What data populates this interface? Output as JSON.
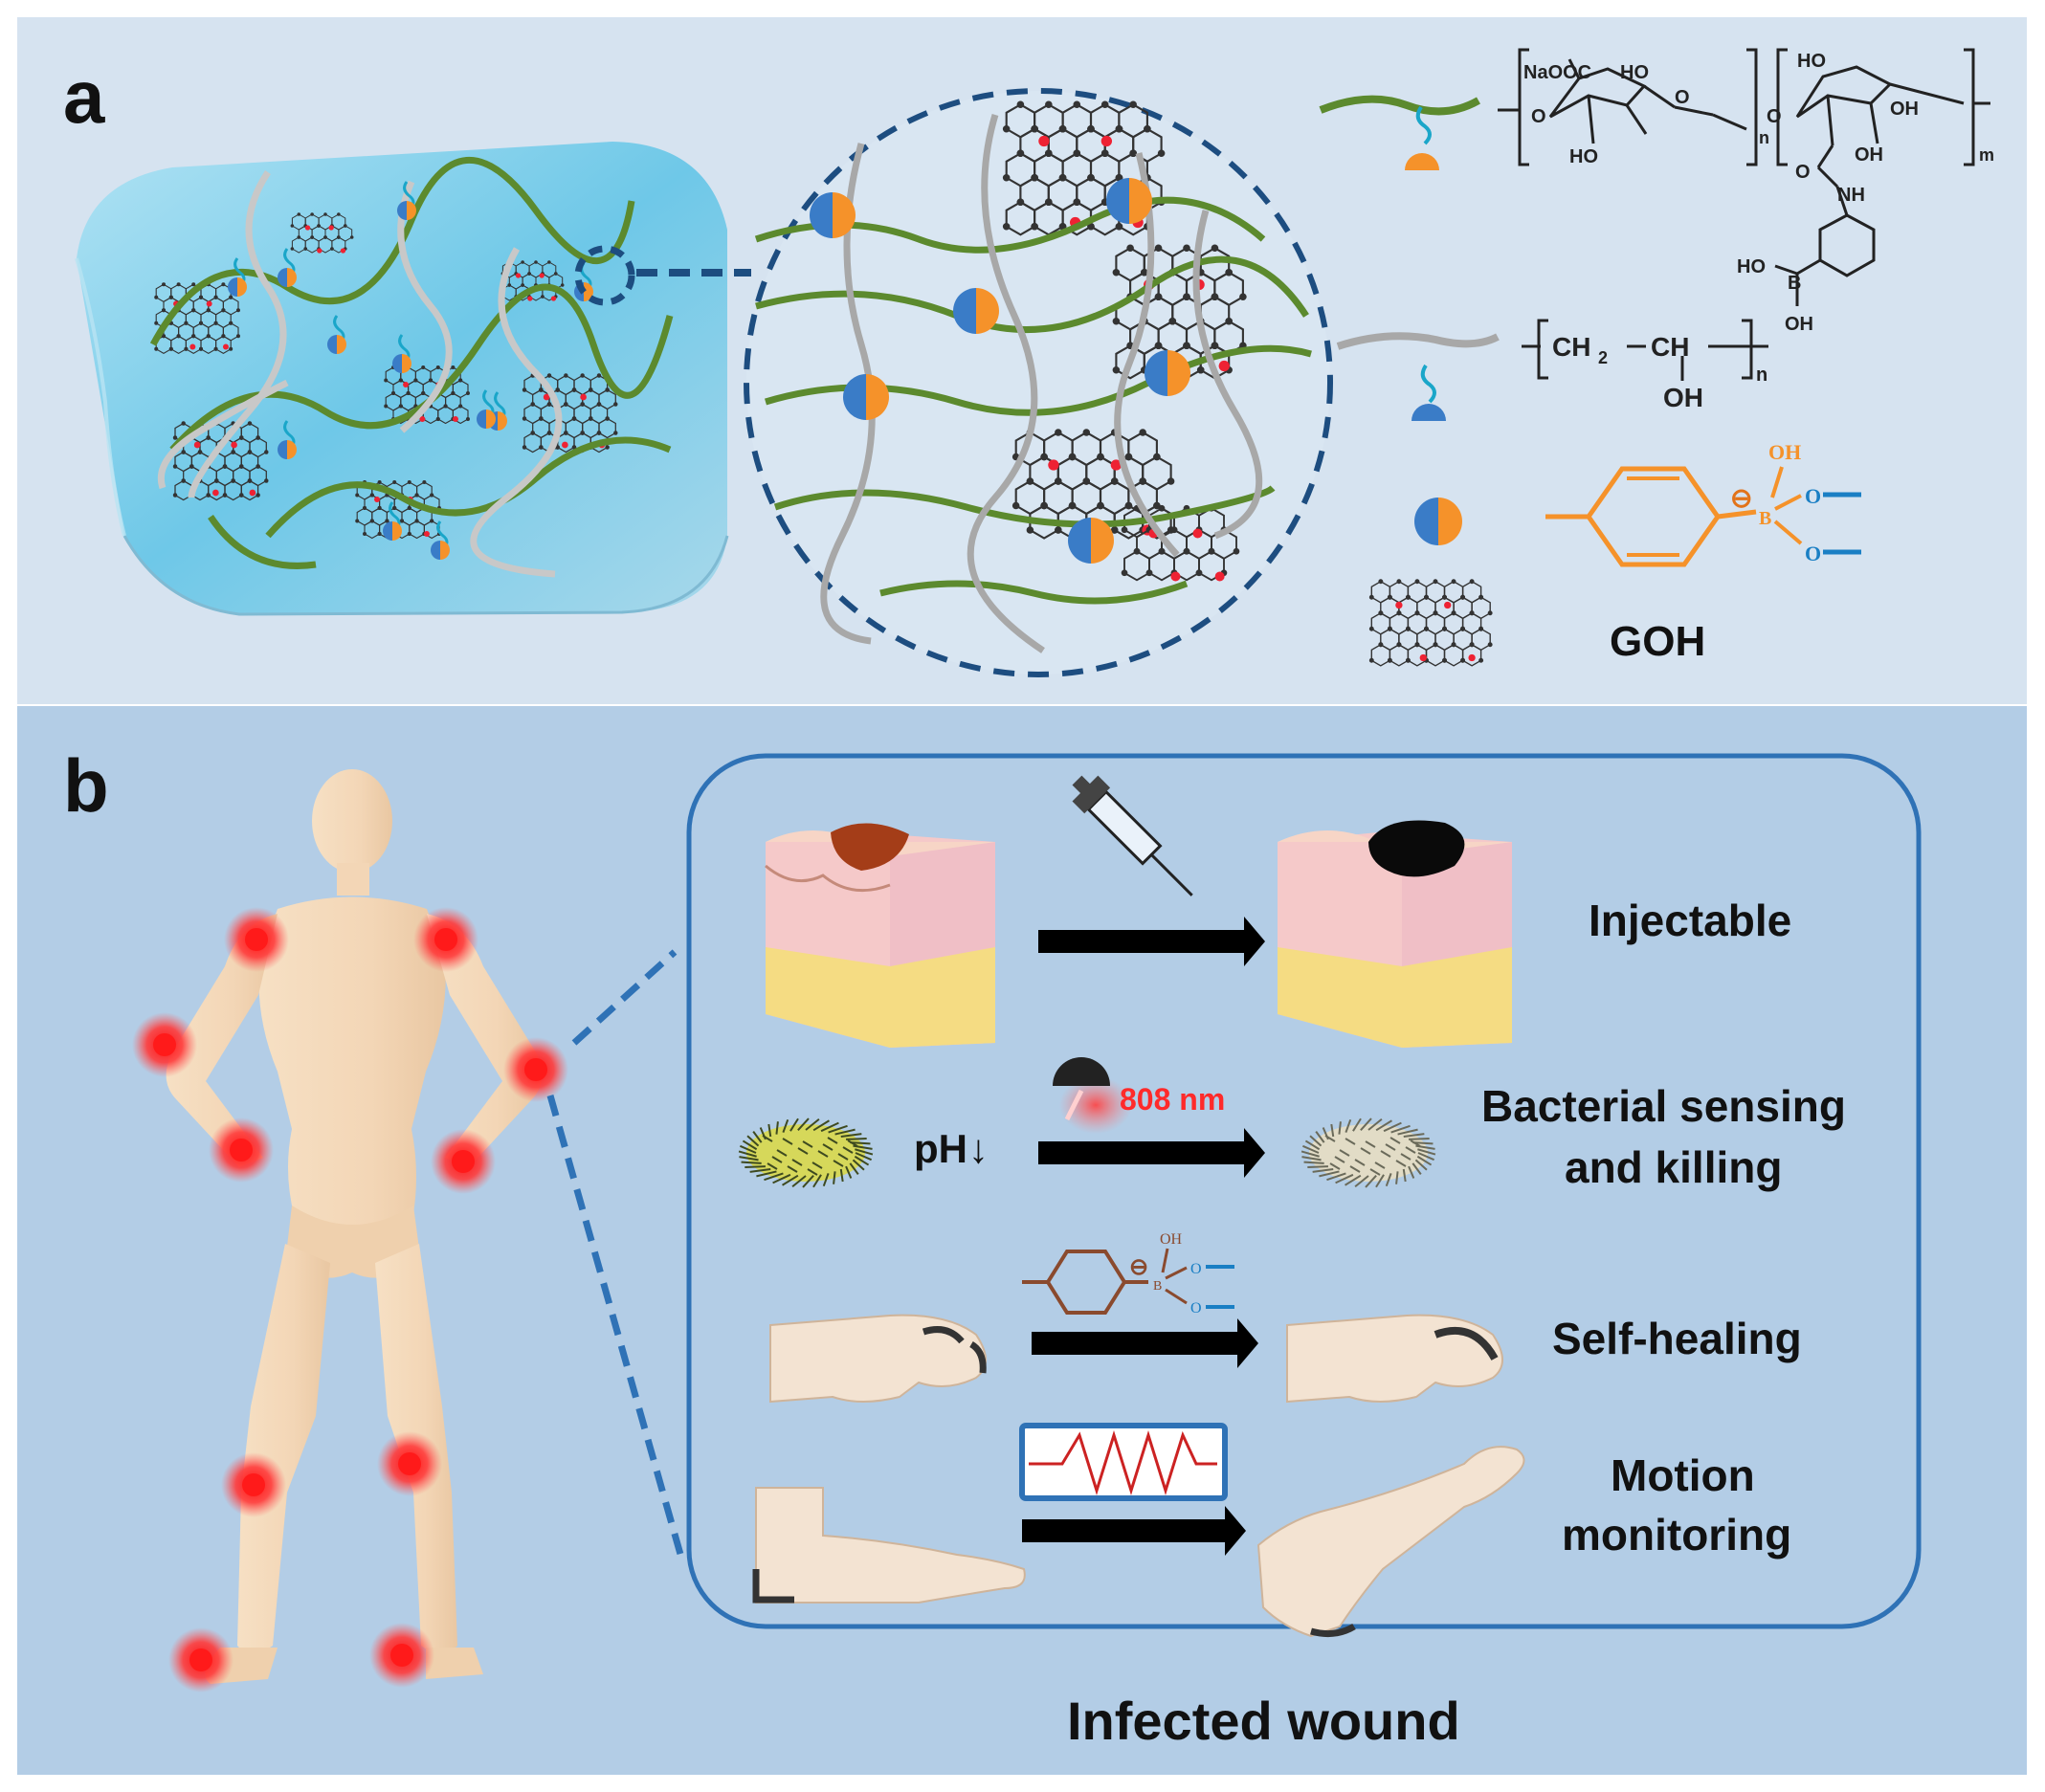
{
  "panel_a": {
    "letter": "a",
    "legend": {
      "hyaluronate_formula": {
        "naooc": "NaOOC",
        "ho1": "HO",
        "o1": "O",
        "ho2": "HO",
        "o2": "O",
        "ho3": "HO",
        "o3": "O",
        "oh1": "OH",
        "oh2": "OH",
        "n": "n",
        "m": "m",
        "nh": "NH",
        "ho_b": "HO",
        "b": "B",
        "oh_b": "OH",
        "o_amide": "O"
      },
      "pva_formula": {
        "ch2": "CH",
        "sub2": "2",
        "ch": "CH",
        "oh": "OH",
        "n": "n"
      },
      "borate_formula": {
        "oh": "OH",
        "charge": "⊖",
        "b": "B",
        "o1": "O",
        "o2": "O"
      },
      "goh_label": "GOH"
    },
    "colors": {
      "background": "#d6e3f0",
      "green_chain": "#5c8a2e",
      "gray_chain": "#a8a8a8",
      "teal": "#1aa6c9",
      "orange": "#f5922a",
      "blue": "#3a7cc7",
      "hydrogel": "#7fd0ea"
    }
  },
  "panel_b": {
    "letter": "b",
    "rows": [
      {
        "label_lines": [
          "Injectable"
        ]
      },
      {
        "label_lines": [
          "Bacterial sensing",
          "and killing"
        ],
        "ph_label": "pH",
        "ph_arrow": "↓",
        "laser_label": "808 nm"
      },
      {
        "label_lines": [
          "Self-healing"
        ]
      },
      {
        "label_lines": [
          "Motion",
          "monitoring"
        ]
      }
    ],
    "caption": "Infected wound",
    "colors": {
      "background": "#b3cde6",
      "frame": "#2f72b6",
      "skin": "#f4dcc0",
      "hotspot": "#ff2020",
      "arrow": "#000000",
      "laser": "#ff2a2a"
    }
  }
}
